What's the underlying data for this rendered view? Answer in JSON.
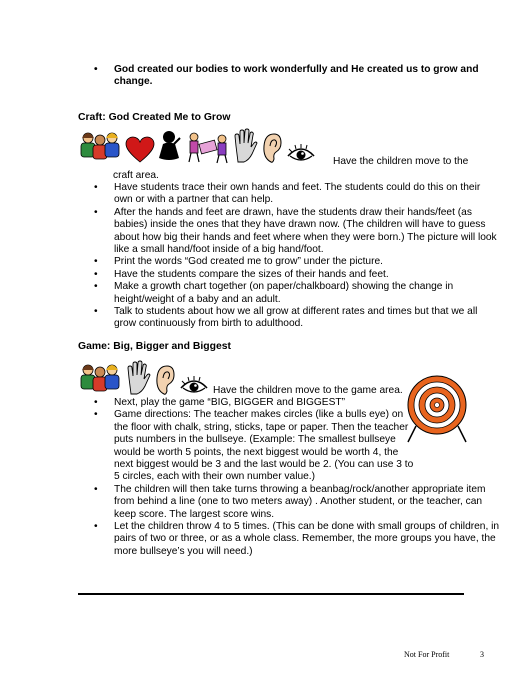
{
  "intro": {
    "bullet": "God created our bodies to work wonderfully and He created us to grow and change."
  },
  "craft": {
    "heading": "Craft: God Created Me to Grow",
    "instruction": "Have the children move to the",
    "instruction_cont": "craft area.",
    "items": [
      "Have students trace their own hands and feet. The students could do this on their own or with a partner that can help.",
      "After the hands and feet are drawn, have the students draw their hands/feet (as babies) inside the ones that they have drawn now. (The children will have to guess about how big their hands and feet where when they were born.) The picture will look like a small hand/foot inside of a big hand/foot.",
      "Print the words “God created me to grow” under the picture.",
      "Have the students compare the sizes of their hands and feet.",
      "Make a growth chart together (on paper/chalkboard) showing the change in height/weight of a baby and an adult.",
      "Talk to students about how we all grow at different rates and times but that we all grow continuously from birth to adulthood."
    ],
    "icons": [
      "children-group-icon",
      "heart-icon",
      "praying-child-icon",
      "children-carrying-box-icon",
      "hand-icon",
      "ear-icon",
      "eye-icon"
    ]
  },
  "game": {
    "heading": "Game: Big, Bigger and Biggest",
    "instruction": "Have the children move to the game area.",
    "items": [
      "Next, play the game “BIG, BIGGER and BIGGEST”",
      "Game directions:  The teacher makes circles  (like a bulls eye) on the floor with chalk, string, sticks, tape or paper. Then the teacher puts numbers in the bullseye. (Example: The smallest bullseye would be worth 5 points, the next biggest would be worth 4, the next biggest would be 3 and the last would be 2. (You can use 3 to 5 circles, each with their own number value.)",
      "The children will then take turns throwing a beanbag/rock/another appropriate item from behind a line (one to two meters away) . Another student, or the teacher, can keep score. The largest score wins.",
      "Let the children throw 4 to 5 times. (This can be done with small groups of children, in pairs of two or three, or as a whole class. Remember, the more groups you have, the more bullseye’s you will need.)"
    ],
    "icons": [
      "children-group-icon",
      "hand-icon",
      "ear-icon",
      "eye-icon",
      "bullseye-target-icon"
    ]
  },
  "footer": {
    "note": "Not For Profit",
    "page_number": "3"
  },
  "colors": {
    "target_orange": "#e8641e",
    "heart_red": "#d01818",
    "rule": "#000000"
  }
}
